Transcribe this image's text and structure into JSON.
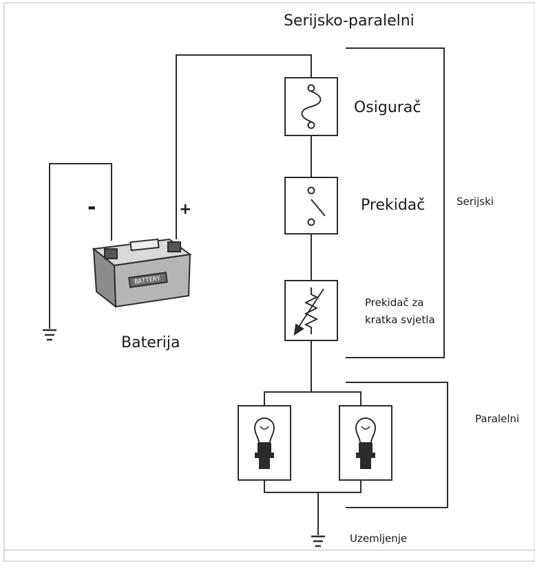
{
  "title": "Serijsko-paralelni",
  "components": {
    "fuse": "Osigurač",
    "switch": "Prekidač",
    "dimmer": "Prekidač za kratka svjetla",
    "battery": "Baterija",
    "battery_case_text": "BATTERY",
    "ground": "Uzemljenje"
  },
  "terminals": {
    "negative": "-",
    "positive": "+"
  },
  "groups": {
    "series": "Serijski",
    "parallel": "Paralelni"
  },
  "colors": {
    "line": "#2b2b2b",
    "background": "#ffffff",
    "border": "#c9d3de"
  }
}
